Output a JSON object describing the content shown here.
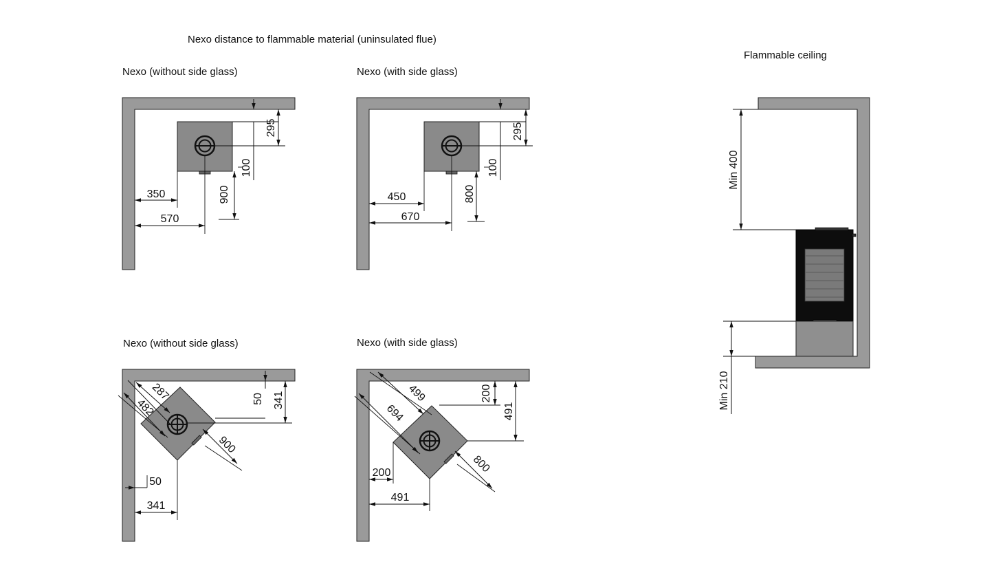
{
  "title": "Nexo distance to flammable material (uninsulated flue)",
  "ceiling_title": "Flammable ceiling",
  "panels": {
    "tl": {
      "label": "Nexo (without side glass)",
      "d_back": "295",
      "d_flue": "100",
      "d_front": "900",
      "d_side": "350",
      "d_side_flue": "570"
    },
    "tr": {
      "label": "Nexo (with side glass)",
      "d_back": "295",
      "d_flue": "100",
      "d_front": "800",
      "d_side": "450",
      "d_side_flue": "670"
    },
    "bl": {
      "label": "Nexo (without side glass)",
      "d_diag1": "287",
      "d_diag2": "482",
      "d_back": "50",
      "d_back_flue": "341",
      "d_front": "900",
      "d_side": "50",
      "d_side_flue": "341"
    },
    "br": {
      "label": "Nexo (with side glass)",
      "d_diag1": "499",
      "d_diag2": "694",
      "d_back": "200",
      "d_back_flue": "491",
      "d_front": "800",
      "d_side": "200",
      "d_side_flue": "491"
    }
  },
  "ceiling": {
    "d_top": "Min 400",
    "d_bottom": "Min 210"
  }
}
